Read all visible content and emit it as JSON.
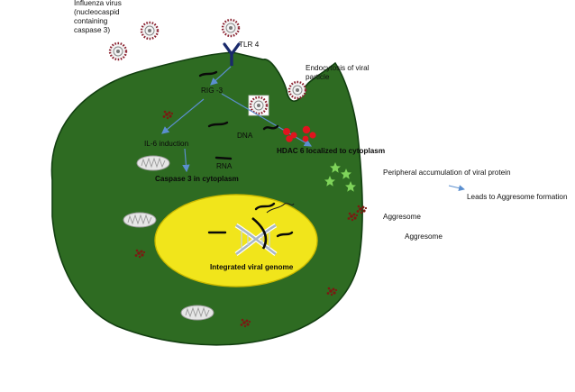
{
  "labels": {
    "influenza_virus": [
      "Influenza virus",
      "(nucleocaspid",
      "containing",
      "caspase 3)"
    ],
    "tlr4": "TLR 4",
    "endocytosis": [
      "Endocytosis of viral",
      "particle"
    ],
    "rig3": "RIG -3",
    "dna": "DNA",
    "il6": "IL-6 induction",
    "rna": "RNA",
    "caspase3": "Caspase 3 in cytoplasm",
    "hdac6": "HDAC 6 localized to cytoplasm",
    "peripheral": "Peripheral accumulation of viral protein",
    "leads_to": "Leads to  Aggresome formation",
    "aggresome_1": "Aggresome",
    "aggresome_2": "Aggresome",
    "integrated_genome": "Integrated viral genome"
  },
  "colors": {
    "cell": "#2e6b22",
    "cell_edge": "#123f10",
    "nucleus": "#f1e51b",
    "nucleus_edge": "#c9b800",
    "arrow": "#5b8fcf",
    "receptor": "#1a2a6b",
    "virus_spike": "#8a2230",
    "hdac": "#e0141e",
    "aggresome_star": "#7fd45a",
    "aggregate": "#7a1a12",
    "mitochondria": "#d9d9d9"
  },
  "icons": [
    "virus-particle-icon",
    "tlr4-receptor-icon",
    "mitochondrion-icon",
    "viral-dna-strand-icon",
    "hdac6-molecule-icon",
    "aggresome-star-icon",
    "aggregate-cluster-icon",
    "dna-helix-icon"
  ]
}
